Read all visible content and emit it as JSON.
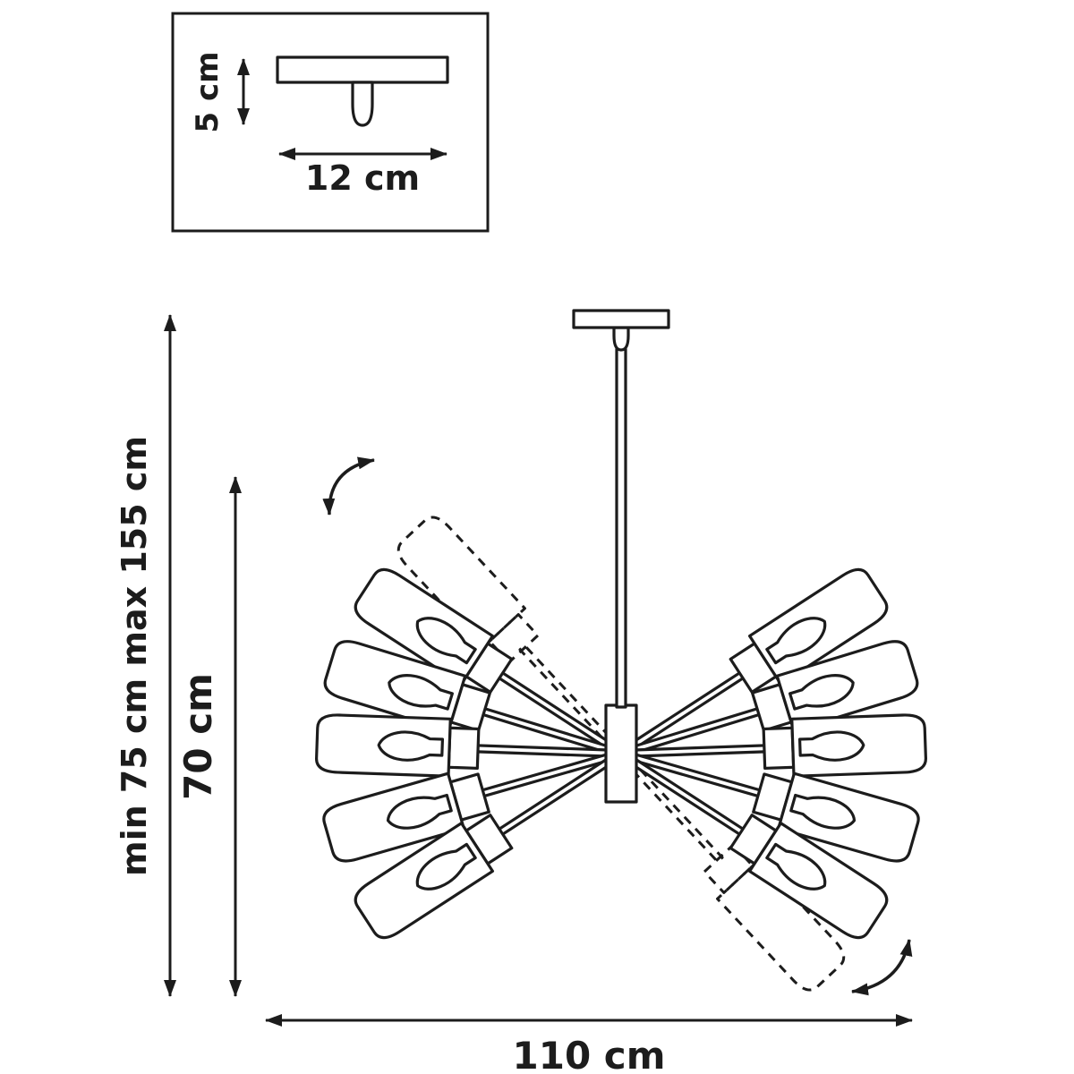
{
  "diagram": {
    "subject": "chandelier-dimension-drawing",
    "line_color": "#1c1c1c",
    "background_color": "#ffffff",
    "inset": {
      "height_label": "5 cm",
      "width_label": "12 cm"
    },
    "dimensions": {
      "overall_height": "min 75 cm max 155 cm",
      "body_height": "70 cm",
      "width": "110 cm"
    }
  }
}
